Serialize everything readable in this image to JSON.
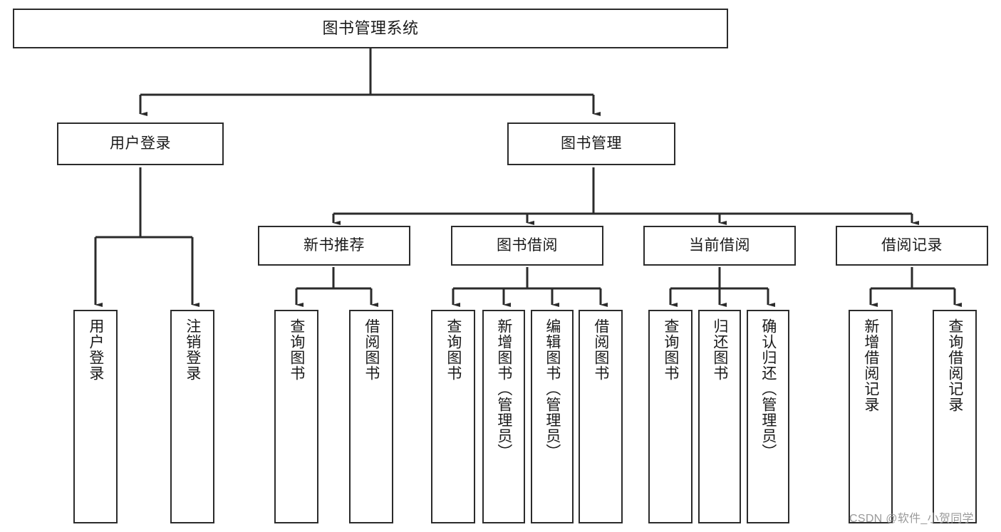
{
  "diagram": {
    "title": "图书管理系统",
    "type": "tree",
    "nodes": {
      "root": {
        "label": "图书管理系统"
      },
      "level2": [
        {
          "id": "user-login",
          "label": "用户登录"
        },
        {
          "id": "book-manage",
          "label": "图书管理"
        }
      ],
      "level3": [
        {
          "id": "new-book-recommend",
          "label": "新书推荐"
        },
        {
          "id": "book-borrow",
          "label": "图书借阅"
        },
        {
          "id": "current-borrow",
          "label": "当前借阅"
        },
        {
          "id": "borrow-record",
          "label": "借阅记录"
        }
      ],
      "leaves": {
        "user_login": [
          {
            "id": "leaf-user-login",
            "label": "用户登录"
          },
          {
            "id": "leaf-logout-login",
            "label": "注销登录"
          }
        ],
        "new_book_recommend": [
          {
            "id": "leaf-query-book-1",
            "label": "查询图书"
          },
          {
            "id": "leaf-borrow-book-1",
            "label": "借阅图书"
          }
        ],
        "book_borrow": [
          {
            "id": "leaf-query-book-2",
            "label": "查询图书"
          },
          {
            "id": "leaf-add-book",
            "label": "新增图书（管理员）"
          },
          {
            "id": "leaf-edit-book",
            "label": "编辑图书（管理员）"
          },
          {
            "id": "leaf-borrow-book-2",
            "label": "借阅图书"
          }
        ],
        "current_borrow": [
          {
            "id": "leaf-query-book-3",
            "label": "查询图书"
          },
          {
            "id": "leaf-return-book",
            "label": "归还图书"
          },
          {
            "id": "leaf-confirm-return",
            "label": "确认归还（管理员）"
          }
        ],
        "borrow_record": [
          {
            "id": "leaf-add-record",
            "label": "新增借阅记录"
          },
          {
            "id": "leaf-query-record",
            "label": "查询借阅记录"
          }
        ]
      }
    },
    "watermark": "CSDN @软件_小贺同学",
    "colors": {
      "stroke": "#2b2b2b",
      "background": "#ffffff",
      "text": "#1a1a1a",
      "watermark": "#9a9a9a"
    }
  }
}
